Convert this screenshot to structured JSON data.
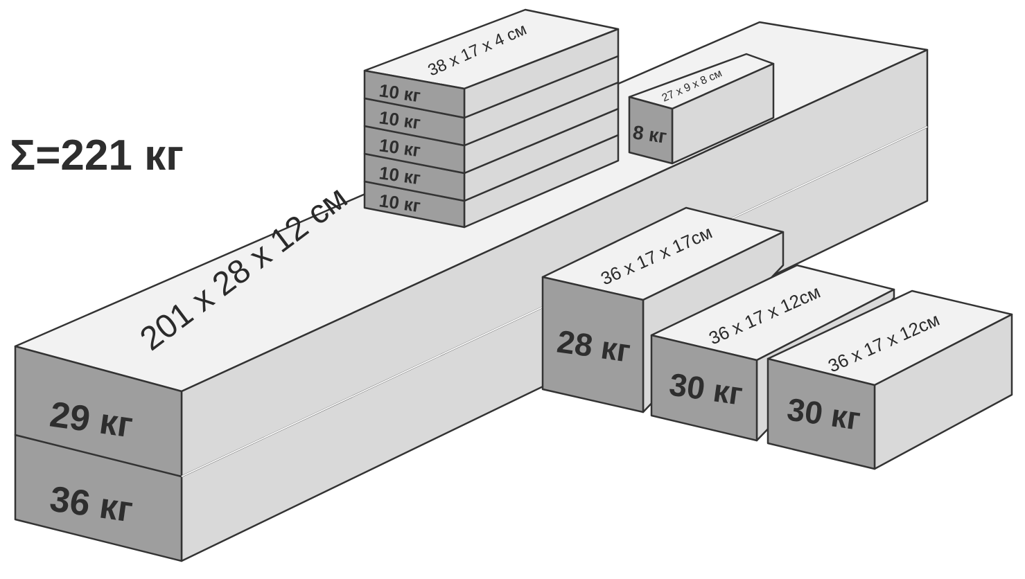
{
  "total": {
    "label": "Σ=221 кг"
  },
  "boxes": {
    "long_top": {
      "weight": "29 кг",
      "dims": "201 х 28 х 12 см"
    },
    "long_bottom": {
      "weight": "36 кг"
    },
    "stack_top": {
      "dims": "38 х 17 х 4 см"
    },
    "stack": [
      {
        "weight": "10 кг"
      },
      {
        "weight": "10 кг"
      },
      {
        "weight": "10 кг"
      },
      {
        "weight": "10 кг"
      },
      {
        "weight": "10 кг"
      }
    ],
    "small": {
      "weight": "8 кг",
      "dims": "27 х 9 х 8 см"
    },
    "cube": {
      "weight": "28 кг",
      "dims": "36 х 17 х 17см"
    },
    "flat_a": {
      "weight": "30 кг",
      "dims": "36 х 17 х 12см"
    },
    "flat_b": {
      "weight": "30 кг",
      "dims": "36 х 17 х 12см"
    }
  }
}
